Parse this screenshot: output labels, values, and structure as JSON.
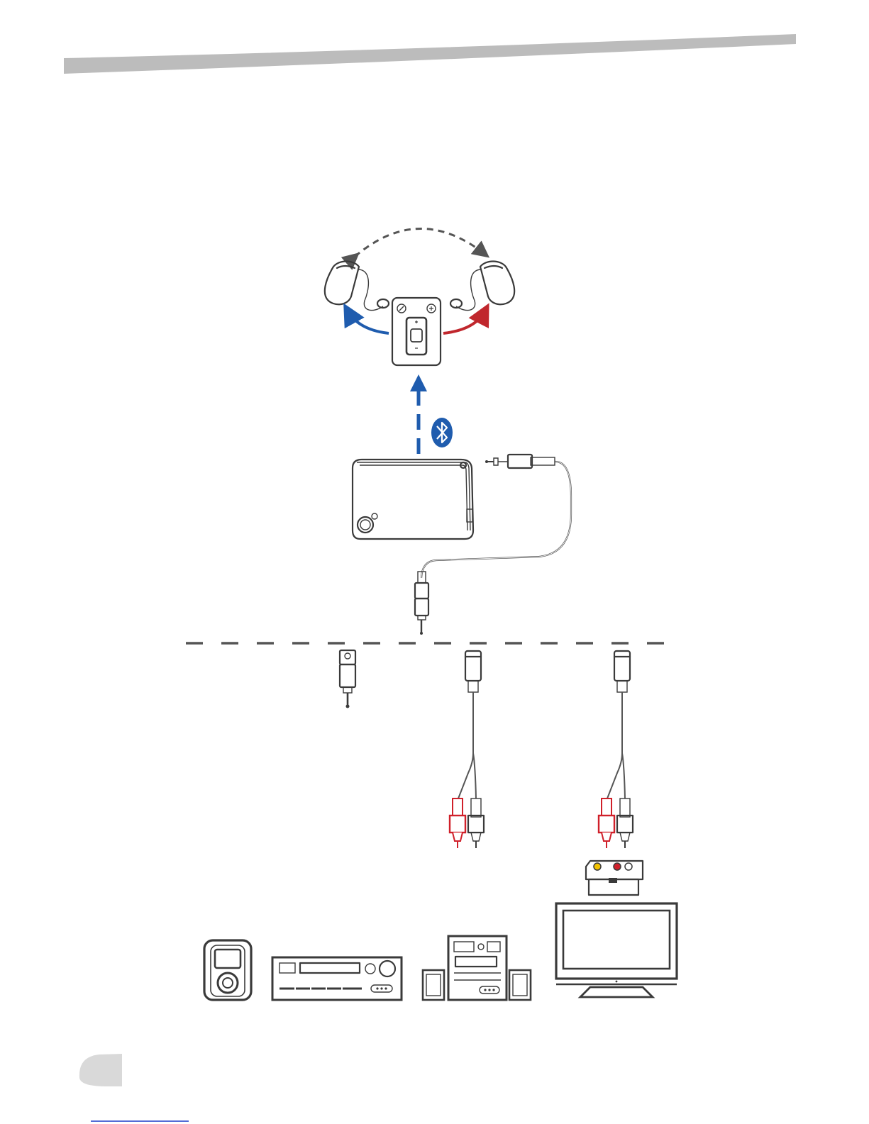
{
  "colors": {
    "header_band": "#bcbcbc",
    "page_badge": "#d9d9d9",
    "outline": "#3a3a3a",
    "bluetooth_blue": "#1f5cae",
    "arrow_blue": "#1f5cae",
    "arrow_red": "#c0272d",
    "rca_red": "#d0202a",
    "sync_gray": "#555555",
    "footer_link": "#1a3cc8"
  },
  "icons": {
    "bluetooth": "bluetooth-icon",
    "phone": "phone-icon",
    "source_switch": "source-icon",
    "volume_up": "volume-up-icon",
    "volume_down": "volume-down-icon"
  },
  "devices": [
    {
      "id": "mp3-player",
      "icon": "mp3-player-icon"
    },
    {
      "id": "stereo-receiver",
      "icon": "receiver-icon"
    },
    {
      "id": "hifi-system",
      "icon": "hifi-system-icon"
    },
    {
      "id": "television",
      "icon": "tv-icon"
    }
  ],
  "adapters": [
    {
      "id": "mini-jack-to-jack",
      "icon": "jack-adapter-icon"
    },
    {
      "id": "mini-jack-to-rca-1",
      "icon": "rca-cable-icon"
    },
    {
      "id": "mini-jack-to-rca-2",
      "icon": "rca-cable-icon"
    },
    {
      "id": "scart-adapter",
      "icon": "scart-adapter-icon"
    }
  ]
}
